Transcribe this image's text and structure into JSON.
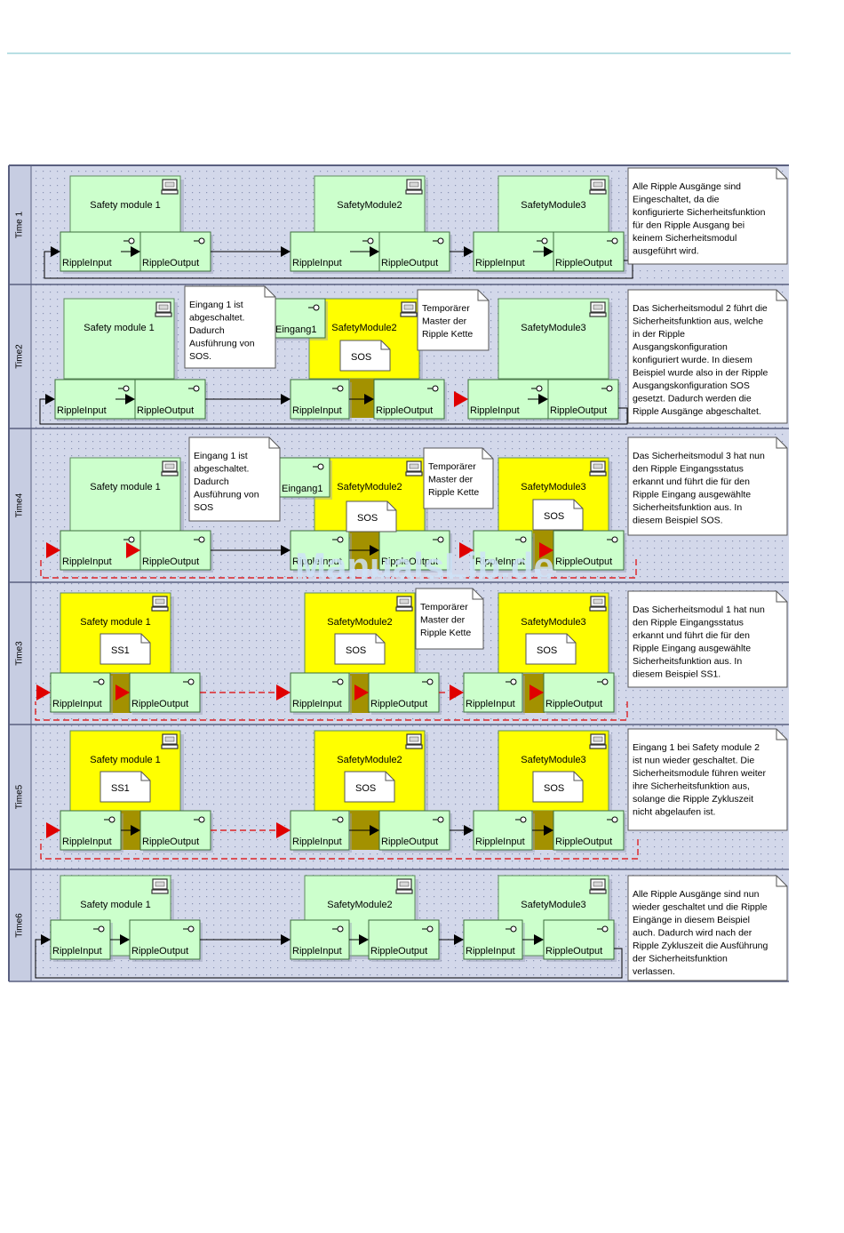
{
  "labels": {
    "module1": "Safety module 1",
    "module2": "SafetyModule2",
    "module3": "SafetyModule3",
    "ripple_input": "RippleInput",
    "ripple_output": "RippleOutput",
    "eingang1": "Eingang1",
    "sos": "SOS",
    "ss1": "SS1"
  },
  "rows": [
    {
      "time_label": "Time 1",
      "note": [
        "Alle Ripple Ausgänge sind",
        "Eingeschaltet, da die",
        "konfigurierte Sicherheitsfunktion",
        "für den Ripple Ausgang bei",
        "keinem Sicherheitsmodul",
        "ausgeführt wird."
      ],
      "callouts": []
    },
    {
      "time_label": "Time2",
      "note": [
        "Das Sicherheitsmodul 2 führt die",
        "Sicherheitsfunktion aus, welche",
        "in der Ripple",
        "Ausgangskonfiguration",
        "konfiguriert wurde. In diesem",
        "Beispiel wurde also in der Ripple",
        "Ausgangskonfiguration SOS",
        "gesetzt. Dadurch werden die",
        "Ripple Ausgänge abgeschaltet."
      ],
      "callouts": [
        [
          "Eingang 1 ist",
          "abgeschaltet.",
          "Dadurch",
          "Ausführung von",
          "SOS."
        ],
        [
          "Temporärer",
          "Master der",
          "Ripple Kette"
        ]
      ]
    },
    {
      "time_label": "Time4",
      "note": [
        "Das Sicherheitsmodul 3 hat nun",
        "den Ripple Eingangsstatus",
        "erkannt und führt die für den",
        "Ripple Eingang ausgewählte",
        "Sicherheitsfunktion aus. In",
        "diesem Beispiel SOS."
      ],
      "callouts": [
        [
          "Eingang 1 ist",
          "abgeschaltet.",
          "Dadurch",
          "Ausführung von",
          "SOS"
        ],
        [
          "Temporärer",
          "Master der",
          "Ripple Kette"
        ]
      ]
    },
    {
      "time_label": "Time3",
      "note": [
        "Das Sicherheitsmodul 1 hat nun",
        "den Ripple Eingangsstatus",
        "erkannt und führt die für den",
        "Ripple Eingang ausgewählte",
        "Sicherheitsfunktion aus. In",
        "diesem Beispiel SS1."
      ],
      "callouts": [
        [
          "Temporärer",
          "Master der",
          "Ripple Kette"
        ]
      ]
    },
    {
      "time_label": "Time5",
      "note": [
        "Eingang 1 bei Safety module 2",
        "ist nun wieder geschaltet. Die",
        "Sicherheitsmodule führen weiter",
        "ihre Sicherheitsfunktion aus,",
        "solange die Ripple Zykluszeit",
        "nicht abgelaufen ist."
      ],
      "callouts": []
    },
    {
      "time_label": "Time6",
      "note": [
        "Alle Ripple Ausgänge sind nun",
        "wieder geschaltet und die Ripple",
        "Eingänge in diesem Beispiel",
        "auch. Dadurch wird nach der",
        "Ripple Zykluszeit die Ausführung",
        "der Sicherheitsfunktion",
        "verlassen."
      ],
      "callouts": []
    }
  ],
  "watermark": "ManualsLib.de",
  "colors": {
    "green": "#ccffcc",
    "yellow": "#ffff00",
    "background": "#d3d8ea",
    "arrow_red": "#e00000"
  }
}
